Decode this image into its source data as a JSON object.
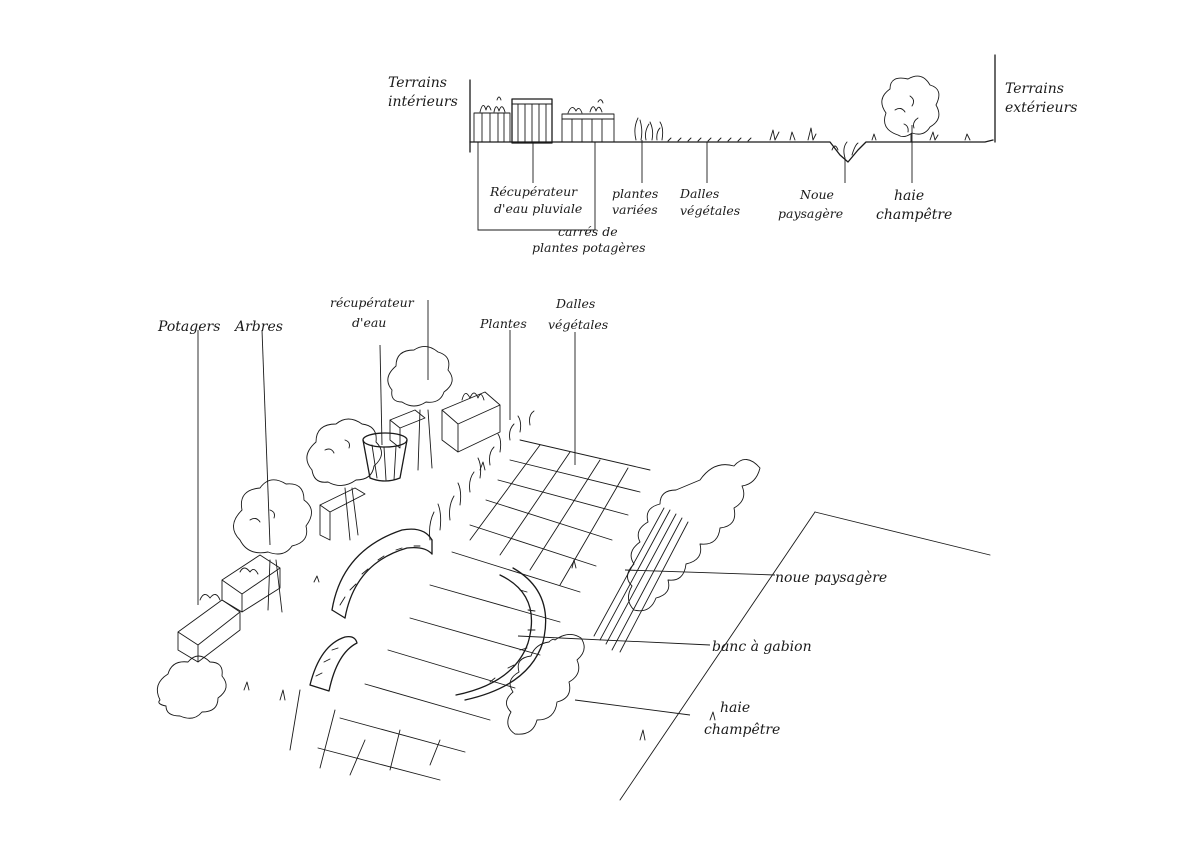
{
  "section": {
    "left_edge": [
      "Terrains",
      "intérieurs"
    ],
    "right_edge": [
      "Terrains",
      "extérieurs"
    ],
    "labels": {
      "recuperateur": [
        "Récupérateur",
        "d'eau pluviale"
      ],
      "plantes": [
        "plantes",
        "variées"
      ],
      "dalles": [
        "Dalles",
        "végétales"
      ],
      "noue": [
        "Noue",
        "paysagère"
      ],
      "haie": [
        "haie",
        "champêtre"
      ],
      "carres": [
        "carrés de",
        "plantes potagères"
      ]
    }
  },
  "perspective": {
    "labels": {
      "potagers": "Potagers",
      "arbres": "Arbres",
      "recuperateur": [
        "récupérateur",
        "d'eau"
      ],
      "plantes": "Plantes",
      "dalles": [
        "Dalles",
        "végétales"
      ],
      "noue": "noue paysagère",
      "banc": "banc à gabion",
      "haie": [
        "haie",
        "champêtre"
      ]
    }
  }
}
